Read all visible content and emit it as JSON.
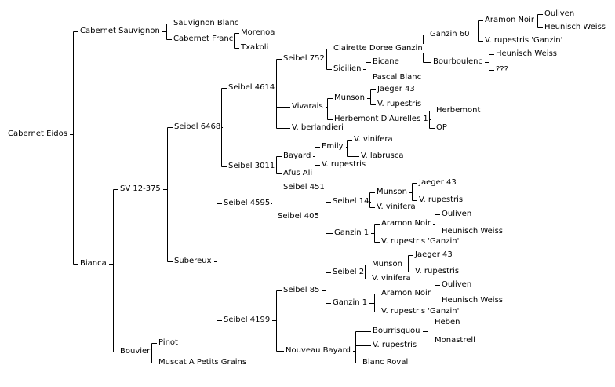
{
  "tree": {
    "label": "Cabernet Eidos",
    "children": [
      {
        "label": "Cabernet Sauvignon",
        "children": [
          {
            "label": "Sauvignon Blanc"
          },
          {
            "label": "Cabernet Franc",
            "children": [
              {
                "label": "Morenoa"
              },
              {
                "label": "Txakoli"
              }
            ]
          }
        ]
      },
      {
        "label": "Bianca",
        "children": [
          {
            "label": "SV 12-375",
            "children": [
              {
                "label": "Seibel 6468",
                "children": [
                  {
                    "label": "Seibel 4614",
                    "children": [
                      {
                        "label": "Seibel 752",
                        "children": [
                          {
                            "label": "Clairette Doree Ganzin",
                            "children": [
                              {
                                "label": "Ganzin 60",
                                "children": [
                                  {
                                    "label": "Aramon Noir",
                                    "children": [
                                      {
                                        "label": "Ouliven"
                                      },
                                      {
                                        "label": "Heunisch Weiss"
                                      }
                                    ]
                                  },
                                  {
                                    "label": "V. rupestris 'Ganzin'"
                                  }
                                ]
                              },
                              {
                                "label": "Bourboulenc",
                                "children": [
                                  {
                                    "label": "Heunisch Weiss"
                                  },
                                  {
                                    "label": "???"
                                  }
                                ]
                              }
                            ]
                          },
                          {
                            "label": "Sicilien",
                            "children": [
                              {
                                "label": "Bicane"
                              },
                              {
                                "label": "Pascal Blanc"
                              }
                            ]
                          }
                        ]
                      },
                      {
                        "label": "Vivarais",
                        "children": [
                          {
                            "label": "Munson",
                            "children": [
                              {
                                "label": "Jaeger 43"
                              },
                              {
                                "label": "V. rupestris"
                              }
                            ]
                          },
                          {
                            "label": "Herbemont D'Aurelles 1",
                            "children": [
                              {
                                "label": "Herbemont"
                              },
                              {
                                "label": "OP"
                              }
                            ]
                          }
                        ]
                      },
                      {
                        "label": "V. berlandieri"
                      }
                    ]
                  },
                  {
                    "label": "Seibel 3011",
                    "children": [
                      {
                        "label": "Bayard",
                        "children": [
                          {
                            "label": "Emily",
                            "children": [
                              {
                                "label": "V. vinifera"
                              },
                              {
                                "label": "V. labrusca"
                              }
                            ]
                          },
                          {
                            "label": "V. rupestris"
                          }
                        ]
                      },
                      {
                        "label": "Afus Ali"
                      }
                    ]
                  }
                ]
              },
              {
                "label": "Subereux",
                "children": [
                  {
                    "label": "Seibel 4595",
                    "children": [
                      {
                        "label": "Seibel 451"
                      },
                      {
                        "label": "Seibel 405",
                        "children": [
                          {
                            "label": "Seibel 14",
                            "children": [
                              {
                                "label": "Munson",
                                "children": [
                                  {
                                    "label": "Jaeger 43"
                                  },
                                  {
                                    "label": "V. rupestris"
                                  }
                                ]
                              },
                              {
                                "label": "V. vinifera"
                              }
                            ]
                          },
                          {
                            "label": "Ganzin 1",
                            "children": [
                              {
                                "label": "Aramon Noir",
                                "children": [
                                  {
                                    "label": "Ouliven"
                                  },
                                  {
                                    "label": "Heunisch Weiss"
                                  }
                                ]
                              },
                              {
                                "label": "V. rupestris 'Ganzin'"
                              }
                            ]
                          }
                        ]
                      }
                    ]
                  },
                  {
                    "label": "Seibel 4199",
                    "children": [
                      {
                        "label": "Seibel 85",
                        "children": [
                          {
                            "label": "Seibel 2",
                            "children": [
                              {
                                "label": "Munson",
                                "children": [
                                  {
                                    "label": "Jaeger 43"
                                  },
                                  {
                                    "label": "V. rupestris"
                                  }
                                ]
                              },
                              {
                                "label": "V. vinifera"
                              }
                            ]
                          },
                          {
                            "label": "Ganzin 1",
                            "children": [
                              {
                                "label": "Aramon Noir",
                                "children": [
                                  {
                                    "label": "Ouliven"
                                  },
                                  {
                                    "label": "Heunisch Weiss"
                                  }
                                ]
                              },
                              {
                                "label": "V. rupestris 'Ganzin'"
                              }
                            ]
                          }
                        ]
                      },
                      {
                        "label": "Nouveau Bayard",
                        "children": [
                          {
                            "label": "Bourrisquou",
                            "children": [
                              {
                                "label": "Heben"
                              },
                              {
                                "label": "Monastrell"
                              }
                            ]
                          },
                          {
                            "label": "V. rupestris"
                          },
                          {
                            "label": "Blanc Roval"
                          }
                        ]
                      }
                    ]
                  }
                ]
              }
            ]
          },
          {
            "label": "Bouvier",
            "children": [
              {
                "label": "Pinot"
              },
              {
                "label": "Muscat A Petits Grains"
              }
            ]
          }
        ]
      }
    ]
  }
}
